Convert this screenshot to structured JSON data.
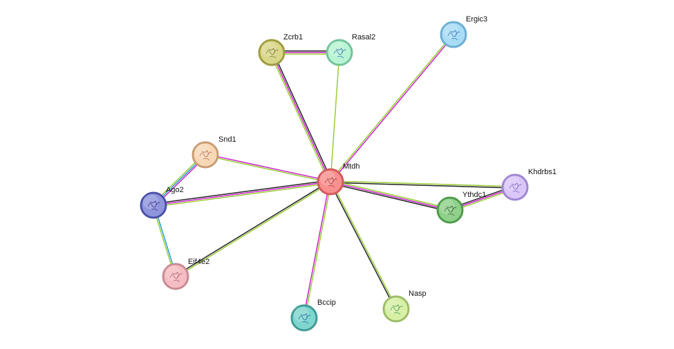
{
  "network": {
    "nodes": [
      {
        "id": "Mtdh",
        "label": "Mtdh",
        "fill": "#f98f8f",
        "stroke": "#d15b5b",
        "glyph": "#a23a3a"
      },
      {
        "id": "Zcrb1",
        "label": "Zcrb1",
        "fill": "#d8d78a",
        "stroke": "#a09c3e",
        "glyph": "#7a7633"
      },
      {
        "id": "Rasal2",
        "label": "Rasal2",
        "fill": "#b9f5d4",
        "stroke": "#73c39b",
        "glyph": "#2c6fa8"
      },
      {
        "id": "Ergic3",
        "label": "Ergic3",
        "fill": "#a9dcf5",
        "stroke": "#6aaed3",
        "glyph": "#2b6fb3"
      },
      {
        "id": "Snd1",
        "label": "Snd1",
        "fill": "#f7d8b6",
        "stroke": "#c99c72",
        "glyph": "#b06b4a"
      },
      {
        "id": "Ago2",
        "label": "Ago2",
        "fill": "#8f95dc",
        "stroke": "#4a51a8",
        "glyph": "#3a2d8a"
      },
      {
        "id": "Khdrbs1",
        "label": "Khdrbs1",
        "fill": "#d8c7f8",
        "stroke": "#9f86d1",
        "glyph": "#7b5fbf"
      },
      {
        "id": "Ythdc1",
        "label": "Ythdc1",
        "fill": "#8fd18a",
        "stroke": "#4f9a4b",
        "glyph": "#2f5a2d"
      },
      {
        "id": "Eif4e2",
        "label": "Eif4e2",
        "fill": "#f5bcc4",
        "stroke": "#c98a92",
        "glyph": "#b0596a"
      },
      {
        "id": "Bccip",
        "label": "Bccip",
        "fill": "#7fd6cf",
        "stroke": "#3f9c95",
        "glyph": "#1f6a9a"
      },
      {
        "id": "Nasp",
        "label": "Nasp",
        "fill": "#d8f0a6",
        "stroke": "#9dbd66",
        "glyph": "#3f9a4b"
      }
    ],
    "edges": [
      {
        "from": "Zcrb1",
        "to": "Rasal2",
        "colors": [
          "#222222",
          "#cc22cc",
          "#99cc33"
        ]
      },
      {
        "from": "Zcrb1",
        "to": "Mtdh",
        "colors": [
          "#222222",
          "#cc22cc",
          "#99cc33"
        ]
      },
      {
        "from": "Rasal2",
        "to": "Mtdh",
        "colors": [
          "#99cc33"
        ]
      },
      {
        "from": "Ergic3",
        "to": "Mtdh",
        "colors": [
          "#cc22cc",
          "#99cc33"
        ]
      },
      {
        "from": "Snd1",
        "to": "Mtdh",
        "colors": [
          "#cc22cc",
          "#99cc33"
        ]
      },
      {
        "from": "Snd1",
        "to": "Ago2",
        "colors": [
          "#cc22cc",
          "#22a0cc",
          "#99cc33"
        ]
      },
      {
        "from": "Ago2",
        "to": "Mtdh",
        "colors": [
          "#222222",
          "#cc22cc",
          "#99cc33"
        ]
      },
      {
        "from": "Ago2",
        "to": "Eif4e2",
        "colors": [
          "#22a0cc",
          "#99cc33"
        ]
      },
      {
        "from": "Eif4e2",
        "to": "Mtdh",
        "colors": [
          "#222222",
          "#99cc33"
        ]
      },
      {
        "from": "Khdrbs1",
        "to": "Mtdh",
        "colors": [
          "#222222",
          "#99cc33"
        ]
      },
      {
        "from": "Ythdc1",
        "to": "Mtdh",
        "colors": [
          "#222222",
          "#cc22cc",
          "#99cc33"
        ]
      },
      {
        "from": "Ythdc1",
        "to": "Khdrbs1",
        "colors": [
          "#222222",
          "#cc22cc",
          "#99cc33"
        ]
      },
      {
        "from": "Bccip",
        "to": "Mtdh",
        "colors": [
          "#cc22cc",
          "#99cc33"
        ]
      },
      {
        "from": "Nasp",
        "to": "Mtdh",
        "colors": [
          "#222222",
          "#99cc33"
        ]
      }
    ]
  }
}
